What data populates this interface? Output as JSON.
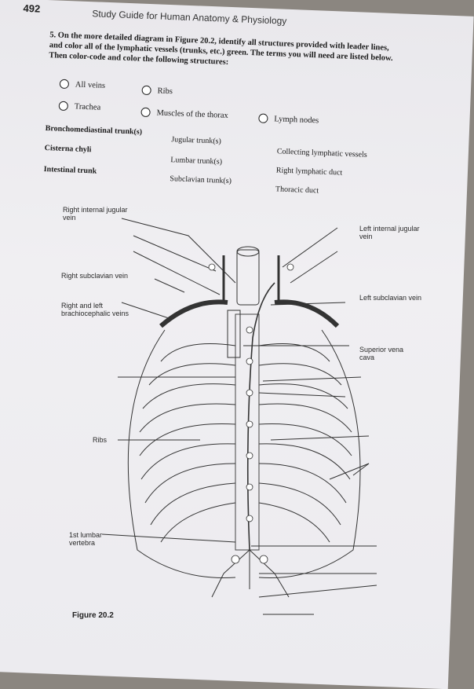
{
  "header": {
    "page_number": "492",
    "book_title": "Study Guide for Human Anatomy & Physiology"
  },
  "question": {
    "number": "5.",
    "text": "On the more detailed diagram in Figure 20.2, identify all structures provided with leader lines, and color all of the lymphatic vessels (trunks, etc.) green. The terms you will need are listed below. Then color-code and color the following structures:"
  },
  "color_options": [
    "All veins",
    "Ribs",
    "Trachea",
    "Muscles of the thorax",
    "Lymph nodes"
  ],
  "terms": [
    "Bronchomediastinal trunk(s)",
    "Jugular trunk(s)",
    "Collecting lymphatic vessels",
    "Cisterna chyli",
    "Lumbar trunk(s)",
    "Right lymphatic duct",
    "Intestinal trunk",
    "Subclavian trunk(s)",
    "Thoracic duct"
  ],
  "labels": {
    "right_internal_jugular": "Right internal jugular vein",
    "left_internal_jugular": "Left internal jugular vein",
    "right_subclavian": "Right subclavian vein",
    "left_subclavian": "Left subclavian vein",
    "brachiocephalic": "Right and left brachiocephalic veins",
    "superior_vena_cava": "Superior vena cava",
    "ribs": "Ribs",
    "lumbar": "1st lumbar vertebra"
  },
  "figure_caption": "Figure 20.2"
}
